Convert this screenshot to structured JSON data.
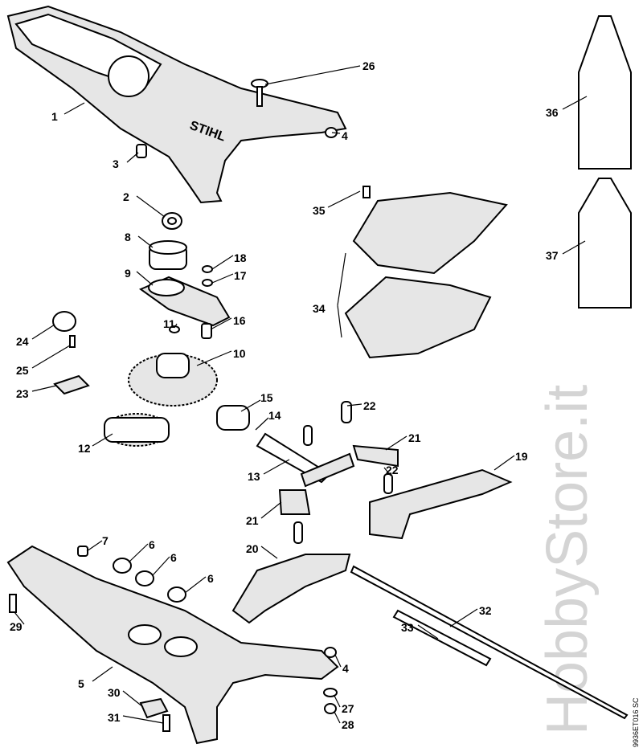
{
  "diagram": {
    "watermark": "HobbyStore.it",
    "code": "9936ET016 SC",
    "housing_logo": "STIHL",
    "callouts": [
      "1",
      "26",
      "4",
      "3",
      "2",
      "36",
      "8",
      "18",
      "17",
      "9",
      "35",
      "34",
      "37",
      "24",
      "11",
      "16",
      "25",
      "10",
      "23",
      "15",
      "22",
      "14",
      "12",
      "21",
      "13",
      "22",
      "19",
      "21",
      "7",
      "6",
      "6",
      "20",
      "6",
      "32",
      "29",
      "33",
      "4",
      "5",
      "30",
      "27",
      "31",
      "28"
    ]
  }
}
